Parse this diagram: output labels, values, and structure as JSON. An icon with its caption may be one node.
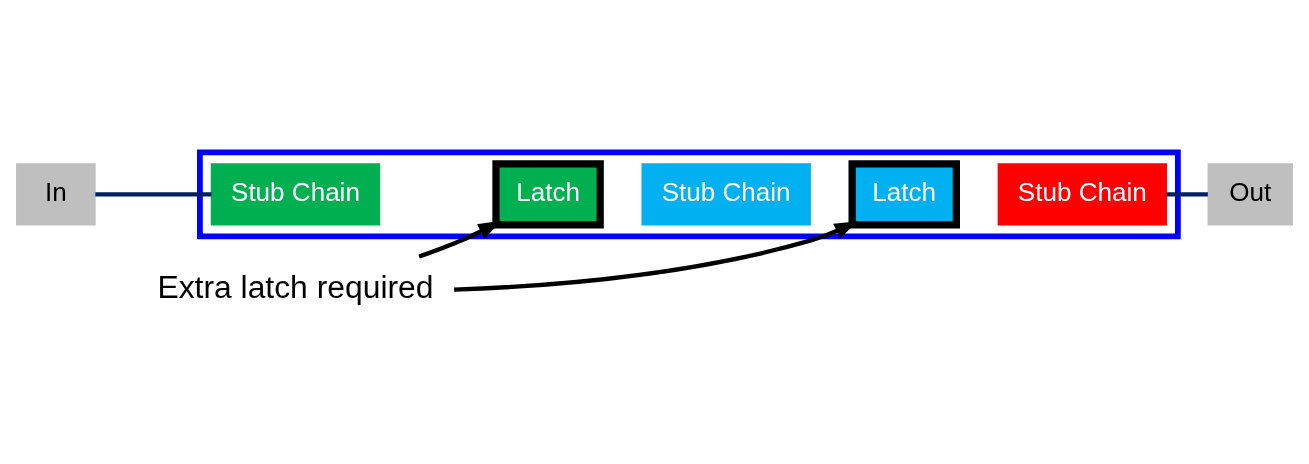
{
  "diagram": {
    "nodes": [
      {
        "text": [],
        "shape": "box"
      },
      {
        "text": [
          "In"
        ]
      },
      {
        "text": [
          "Stub Chain"
        ],
        "in": 0
      },
      {
        "text": [
          "Latch"
        ],
        "in": 0
      },
      {
        "text": [
          "Stub Chain"
        ],
        "in": 0
      },
      {
        "text": [
          "Latch"
        ],
        "in": 0
      },
      {
        "text": [
          "Stub Chain"
        ],
        "in": 0
      },
      {
        "text": [
          "Out"
        ]
      },
      {
        "text": [
          "Extra latch required"
        ]
      }
    ],
    "edges": [
      {
        "from": 1,
        "to": 2,
        "arrow": "none",
        "color": "#002060"
      },
      {
        "from": 6,
        "to": 7,
        "arrow": "none",
        "color": "#002060"
      },
      {
        "from": 8,
        "to": 3,
        "arrow": "to",
        "color": "#000000"
      },
      {
        "from": 8,
        "to": 5,
        "arrow": "to",
        "color": "#000000"
      }
    ]
  }
}
